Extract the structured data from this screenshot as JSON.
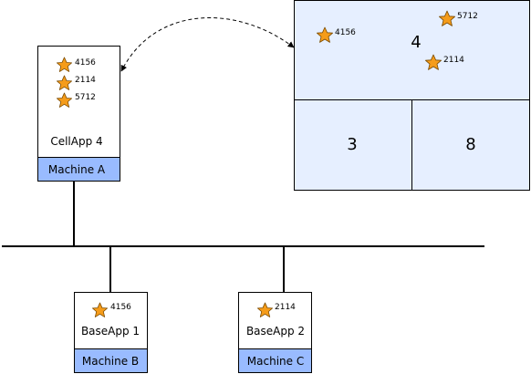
{
  "colors": {
    "machine_fill": "#99bbff",
    "space_fill": "#e6efff",
    "star_fill": "#f59c1a",
    "star_stroke": "#7a4a00",
    "line": "#000000"
  },
  "cellapp": {
    "label": "CellApp 4",
    "machine": "Machine A",
    "entities": [
      "4156",
      "2114",
      "5712"
    ]
  },
  "baseapps": [
    {
      "label": "BaseApp 1",
      "machine": "Machine B",
      "entity": "4156"
    },
    {
      "label": "BaseApp 2",
      "machine": "Machine C",
      "entity": "2114"
    }
  ],
  "space": {
    "cells": [
      {
        "id": "4",
        "entities": [
          "4156",
          "5712",
          "2114"
        ]
      },
      {
        "id": "3"
      },
      {
        "id": "8"
      }
    ]
  },
  "icons": {
    "entity": "star-icon"
  }
}
